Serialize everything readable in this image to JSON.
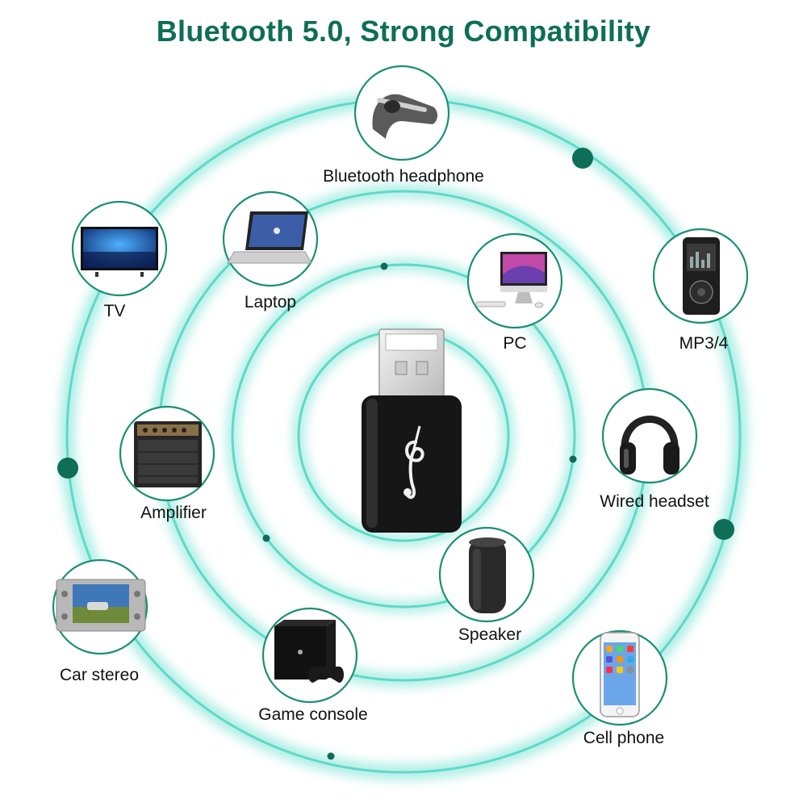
{
  "title": "Bluetooth 5.0, Strong Compatibility",
  "colors": {
    "ring": "#52d4c2",
    "glow": "#a8ede3",
    "node_border": "#1a8f74",
    "dot": "#0e6e57",
    "title": "#0e6e57"
  },
  "center_device": {
    "icon": "usb-bluetooth-adapter-icon"
  },
  "devices": [
    {
      "label": "Bluetooth headphone",
      "icon": "bluetooth-headphone-icon"
    },
    {
      "label": "TV",
      "icon": "tv-icon"
    },
    {
      "label": "Laptop",
      "icon": "laptop-icon"
    },
    {
      "label": "PC",
      "icon": "pc-icon"
    },
    {
      "label": "MP3/4",
      "icon": "mp3-player-icon"
    },
    {
      "label": "Wired headset",
      "icon": "wired-headset-icon"
    },
    {
      "label": "Amplifier",
      "icon": "amplifier-icon"
    },
    {
      "label": "Speaker",
      "icon": "speaker-icon"
    },
    {
      "label": "Car stereo",
      "icon": "car-stereo-icon"
    },
    {
      "label": "Game console",
      "icon": "game-console-icon"
    },
    {
      "label": "Cell phone",
      "icon": "cell-phone-icon"
    }
  ]
}
